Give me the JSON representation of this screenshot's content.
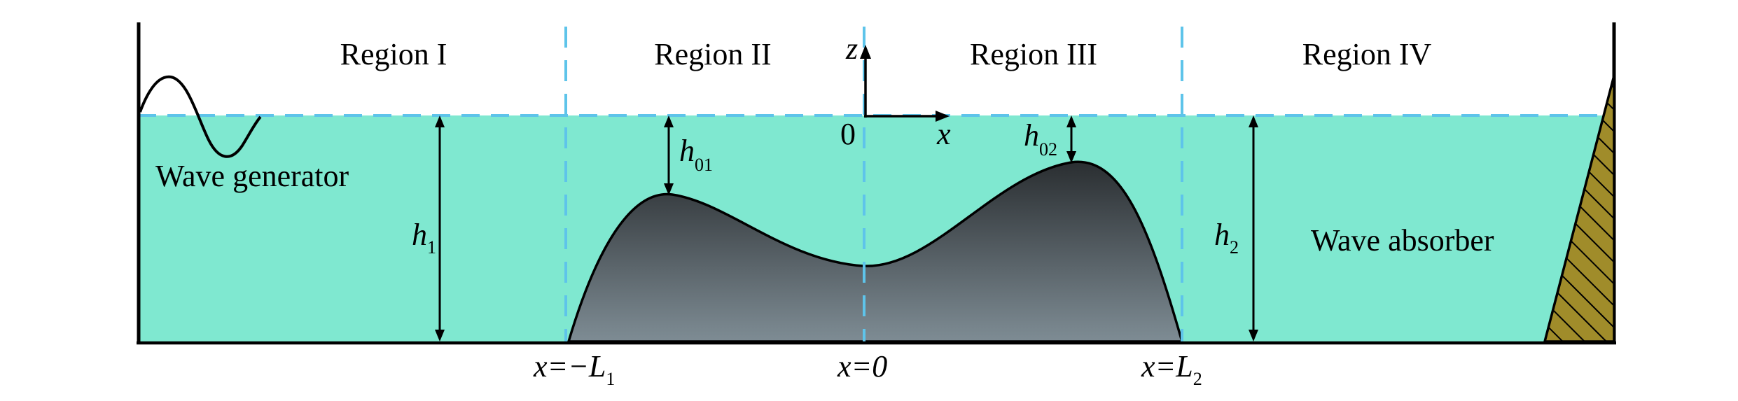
{
  "regions": [
    {
      "label": "Region I"
    },
    {
      "label": "Region II"
    },
    {
      "label": "Region III"
    },
    {
      "label": "Region IV"
    }
  ],
  "labels": {
    "wave_generator": "Wave generator",
    "wave_absorber": "Wave absorber",
    "origin": "0",
    "x_axis": "x",
    "z_axis": "z"
  },
  "depths": {
    "h1": {
      "main": "h",
      "sub": "1"
    },
    "h2": {
      "main": "h",
      "sub": "2"
    },
    "h01": {
      "main": "h",
      "sub": "01"
    },
    "h02": {
      "main": "h",
      "sub": "02"
    }
  },
  "positions": {
    "x_minus_L1": {
      "prefix": "x=−",
      "var": "L",
      "sub": "1"
    },
    "x_zero": {
      "text": "x=0"
    },
    "x_L2": {
      "prefix": "x=",
      "var": "L",
      "sub": "2"
    }
  },
  "colors": {
    "water": "#7fe8d0",
    "interface_dash": "#5ec4ea",
    "hump_dark": "#2a2e31",
    "hump_light": "#7e8c94",
    "absorber_fill": "#a08c2a",
    "line": "#000000"
  }
}
